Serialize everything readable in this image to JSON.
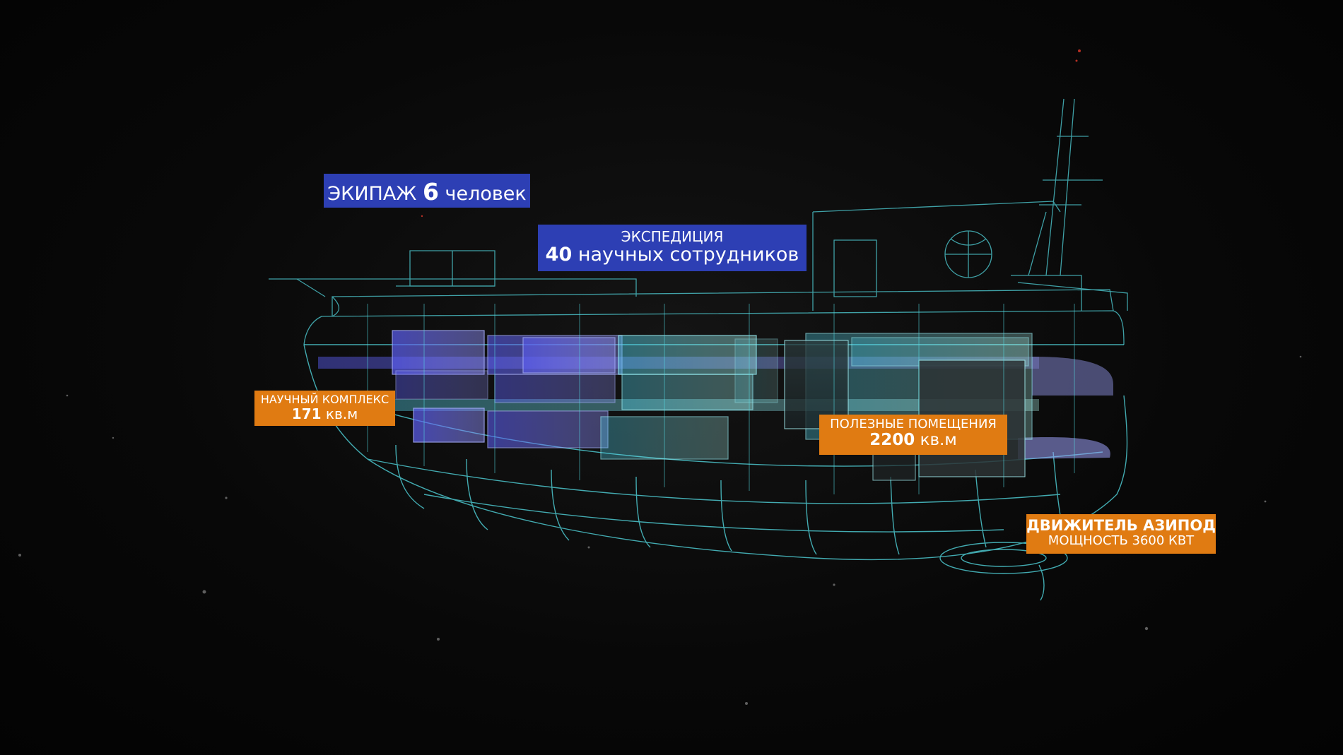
{
  "colors": {
    "label_blue": "#2d3fb4",
    "label_orange": "#e07b12",
    "wireframe": "#55e0e8",
    "deck_violet": "#6a6cf0",
    "deck_cyan": "#7ef5f0"
  },
  "labels": {
    "crew": {
      "prefix": "ЭКИПАЖ",
      "number": "6",
      "suffix": "человек"
    },
    "expedition": {
      "line1": "ЭКСПЕДИЦИЯ",
      "number": "40",
      "line2_rest": "научных сотрудников"
    },
    "science": {
      "line1": "НАУЧНЫЙ КОМПЛЕКС",
      "number": "171",
      "unit": "кв.м"
    },
    "rooms": {
      "line1": "ПОЛЕЗНЫЕ ПОМЕЩЕНИЯ",
      "number": "2200",
      "unit": "кв.м"
    },
    "azipod": {
      "line1": "ДВИЖИТЕЛЬ АЗИПОД",
      "line2": "МОЩНОСТЬ 3600 КВТ"
    }
  }
}
